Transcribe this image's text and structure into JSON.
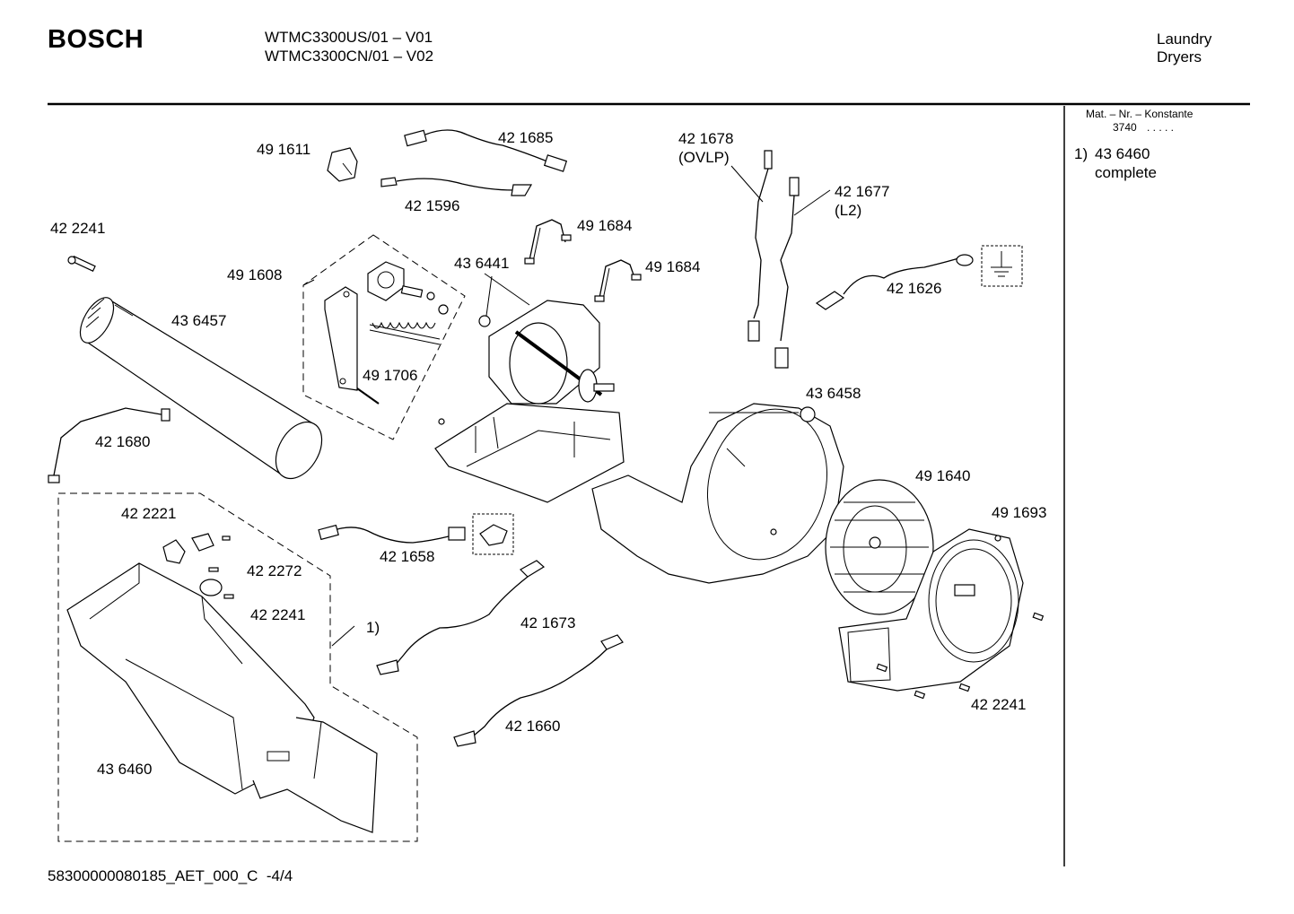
{
  "header": {
    "brand": "BOSCH",
    "model_line_1": "WTMC3300US/01 – V01",
    "model_line_2": "WTMC3300CN/01 – V02",
    "category_line_1": "Laundry",
    "category_line_2": "Dryers"
  },
  "side_panel": {
    "mat_title": "Mat. – Nr. – Konstante",
    "mat_value": "3740",
    "mat_dots": ". . . . .",
    "note_number": "1)",
    "note_part": "43 6460",
    "note_text": "complete"
  },
  "labels": {
    "p491611": "49 1611",
    "p421685": "42 1685",
    "p421596": "42 1596",
    "p421678": "42 1678",
    "p421678_sub": "(OVLP)",
    "p421677": "42 1677",
    "p421677_sub": "(L2)",
    "p422241_a": "42 2241",
    "p491684_a": "49 1684",
    "p491684_b": "49 1684",
    "p436441": "43 6441",
    "p491608": "49 1608",
    "p421626": "42 1626",
    "p436457": "43 6457",
    "p491706": "49 1706",
    "p436458": "43 6458",
    "p421680": "42 1680",
    "p491640": "49 1640",
    "p491693": "49 1693",
    "p422221": "42 2221",
    "p421658": "42 1658",
    "p422272": "42 2272",
    "p422241_b": "42 2241",
    "p421673": "42 1673",
    "ref1": "1)",
    "p421660": "42 1660",
    "p422241_c": "42 2241",
    "p436460": "43 6460"
  },
  "footer": {
    "doc_id": "58300000080185_AET_000_C",
    "page": "-4/4"
  }
}
